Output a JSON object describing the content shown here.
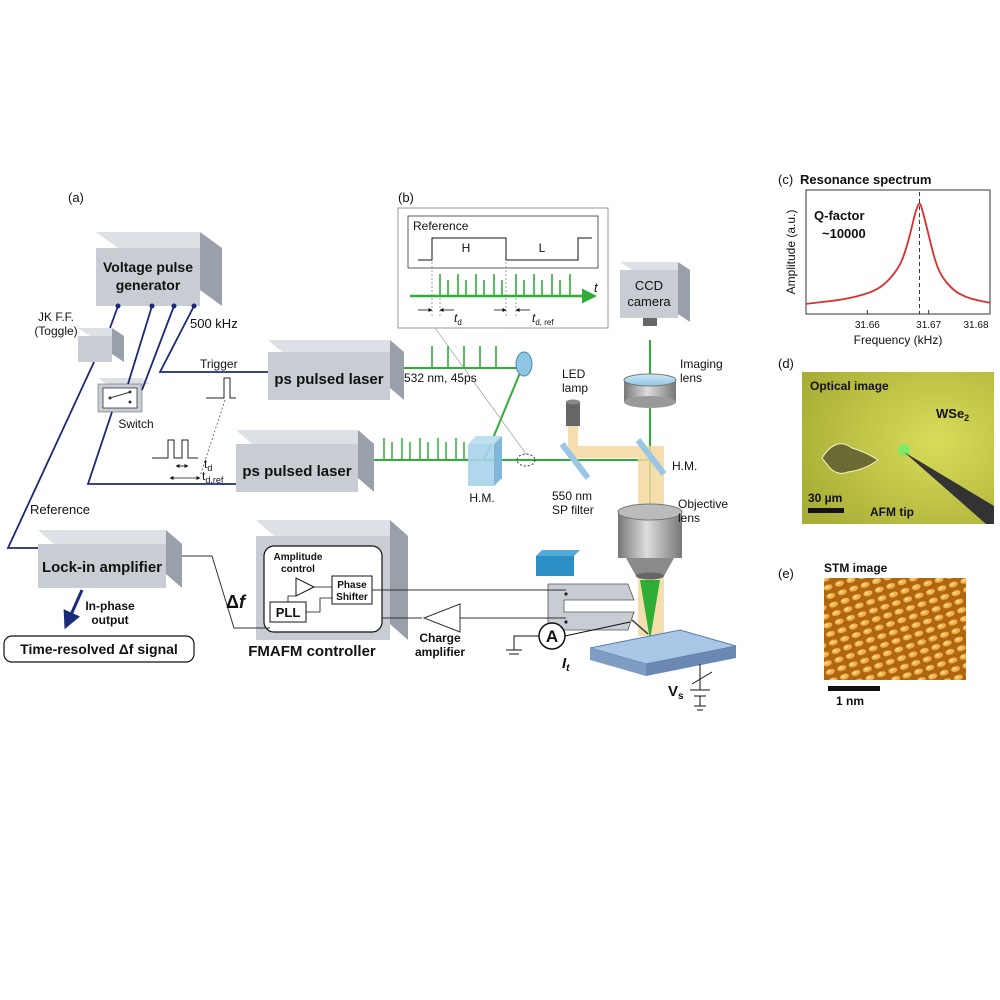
{
  "panel_labels": {
    "a": "(a)",
    "b": "(b)",
    "c": "(c)",
    "d": "(d)",
    "e": "(e)"
  },
  "panel_a": {
    "voltage_pulse_generator": [
      "Voltage pulse",
      "generator"
    ],
    "jk_ff": [
      "JK F.F.",
      "(Toggle)"
    ],
    "switch": "Switch",
    "freq": "500 kHz",
    "trigger": "Trigger",
    "td": "t",
    "td_sub": "d",
    "tdref": "t",
    "tdref_sub": "d,ref",
    "laser_top": "ps pulsed laser",
    "laser_bottom": "ps pulsed laser",
    "laser_spec": "532 nm, 45ps",
    "reference": "Reference",
    "lockin": "Lock-in amplifier",
    "inphase": [
      "In-phase",
      "output"
    ],
    "signal": "Time-resolved Δf signal",
    "delta_f": "Δ",
    "delta_f_italic": "f",
    "fmafm": "FMAFM controller",
    "amp_control": [
      "Amplitude",
      "control"
    ],
    "phase_shifter": [
      "Phase",
      "Shifter"
    ],
    "pll": "PLL",
    "charge_amp": [
      "Charge",
      "amplifier"
    ],
    "ammeter": "A",
    "it": "I",
    "it_sub": "t",
    "vs": "V",
    "vs_sub": "s",
    "ccd": [
      "CCD",
      "camera"
    ],
    "imaging_lens": [
      "Imaging",
      "lens"
    ],
    "led": [
      "LED",
      "lamp"
    ],
    "hm_left": "H.M.",
    "hm_right": "H.M.",
    "sp_filter": [
      "550 nm",
      "SP filter"
    ],
    "objective": [
      "Objective",
      "lens"
    ]
  },
  "panel_b": {
    "reference": "Reference",
    "H": "H",
    "L": "L",
    "t": "t",
    "td": "t",
    "td_sub": "d",
    "tdref": "t",
    "tdref_sub": "d, ref"
  },
  "chart_data": {
    "type": "line",
    "title": "Resonance spectrum",
    "xlabel": "Frequency (kHz)",
    "ylabel": "Amplitude (a.u.)",
    "xlim": [
      31.65,
      31.68
    ],
    "ylim": [
      0,
      1.1
    ],
    "xticks": [
      31.66,
      31.67,
      31.68
    ],
    "annotation": [
      "Q-factor",
      "~10000"
    ],
    "peak_marker_x": 31.6685,
    "series": [
      {
        "x": [
          31.65,
          31.655,
          31.658,
          31.661,
          31.663,
          31.665,
          31.666,
          31.667,
          31.6678,
          31.6685,
          31.669,
          31.67,
          31.671,
          31.672,
          31.674,
          31.676,
          31.678,
          31.68
        ],
        "y": [
          0.09,
          0.12,
          0.15,
          0.2,
          0.27,
          0.4,
          0.52,
          0.71,
          0.9,
          1.0,
          0.92,
          0.7,
          0.48,
          0.34,
          0.21,
          0.15,
          0.12,
          0.1
        ],
        "color": "#d9302c"
      }
    ]
  },
  "panel_d": {
    "title": "Optical image",
    "material": "WSe",
    "material_sub": "2",
    "scale": "30 µm",
    "tip": "AFM tip"
  },
  "panel_e": {
    "title": "STM image",
    "scale": "1 nm"
  },
  "colors": {
    "wire": "#1b2a78",
    "laser": "#2fae36",
    "led_light": "#f3d9a0",
    "box_front": "#c8ccd3",
    "box_side": "#9aa0aa",
    "box_top": "#dde0e5",
    "curve": "#d9302c",
    "optical_bg": "#c9cf4a",
    "stm": "#c87a18"
  }
}
